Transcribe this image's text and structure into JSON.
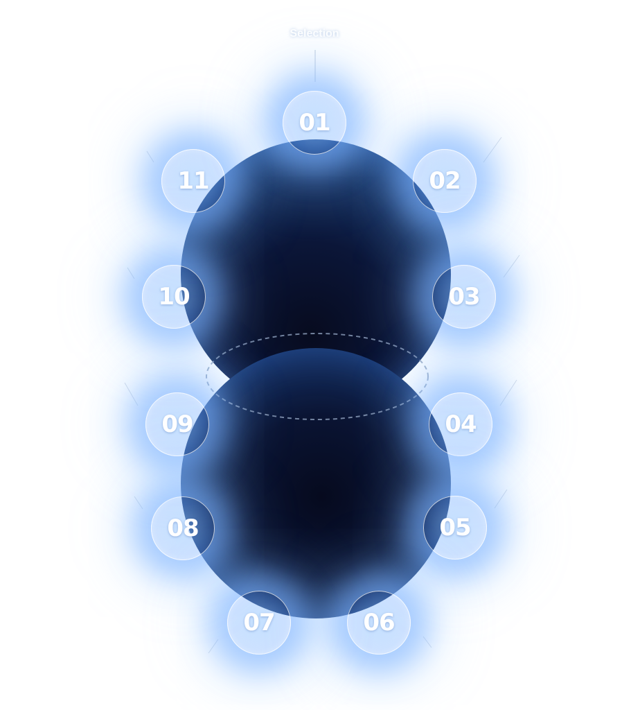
{
  "diagram": {
    "caption": "Selection",
    "nodes": [
      {
        "label": "01"
      },
      {
        "label": "02"
      },
      {
        "label": "03"
      },
      {
        "label": "04"
      },
      {
        "label": "05"
      },
      {
        "label": "06"
      },
      {
        "label": "07"
      },
      {
        "label": "08"
      },
      {
        "label": "09"
      },
      {
        "label": "10"
      },
      {
        "label": "11"
      }
    ]
  },
  "colors": {
    "glow": "#78afff",
    "sphere_dark": "#070b1f",
    "sphere_light": "#3068b5"
  }
}
